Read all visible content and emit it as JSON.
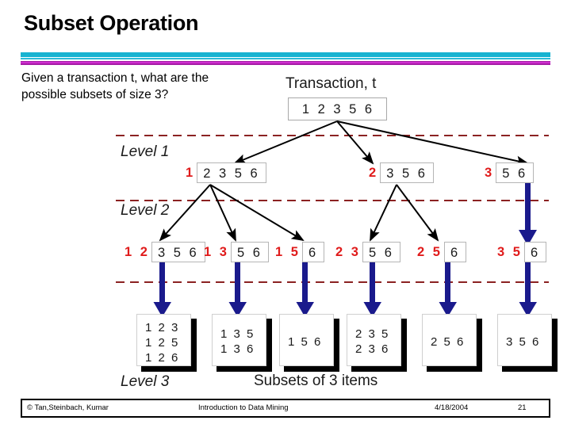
{
  "slide": {
    "title": "Subset Operation",
    "question": "Given a transaction t, what are the possible subsets of size 3?"
  },
  "colors": {
    "divider_cyan": "#17b3d1",
    "divider_magenta": "#a61ca6",
    "prefix_red": "#e01b1b",
    "dashed_line": "#8b2222",
    "blue_arrow": "#1a1a8c",
    "box_border": "#b5b5b5"
  },
  "diagram": {
    "transaction_label": "Transaction, t",
    "transaction_items": "1 2 3 5 6",
    "level1_label": "Level 1",
    "level2_label": "Level 2",
    "level3_label": "Level 3",
    "subsets_label": "Subsets of 3 items",
    "level1_nodes": [
      {
        "prefix": "1",
        "suffix": "2 3 5 6"
      },
      {
        "prefix": "2",
        "suffix": "3 5 6"
      },
      {
        "prefix": "3",
        "suffix": "5 6"
      }
    ],
    "level2_nodes": [
      {
        "prefix": "1 2",
        "suffix": "3 5 6"
      },
      {
        "prefix": "1 3",
        "suffix": "5 6"
      },
      {
        "prefix": "1 5",
        "suffix": "6"
      },
      {
        "prefix": "2 3",
        "suffix": "5 6"
      },
      {
        "prefix": "2 5",
        "suffix": "6"
      },
      {
        "prefix": "3 5",
        "suffix": "6"
      }
    ],
    "level3_boxes": [
      {
        "rows": [
          "1 2 3",
          "1 2 5",
          "1 2 6"
        ]
      },
      {
        "rows": [
          "1 3 5",
          "1 3 6"
        ]
      },
      {
        "rows": [
          "1 5 6"
        ]
      },
      {
        "rows": [
          "2 3 5",
          "2 3 6"
        ]
      },
      {
        "rows": [
          "2 5 6"
        ]
      },
      {
        "rows": [
          "3 5 6"
        ]
      }
    ]
  },
  "footer": {
    "copyright": "© Tan,Steinbach, Kumar",
    "center": "Introduction to Data Mining",
    "date": "4/18/2004",
    "page": "21"
  }
}
